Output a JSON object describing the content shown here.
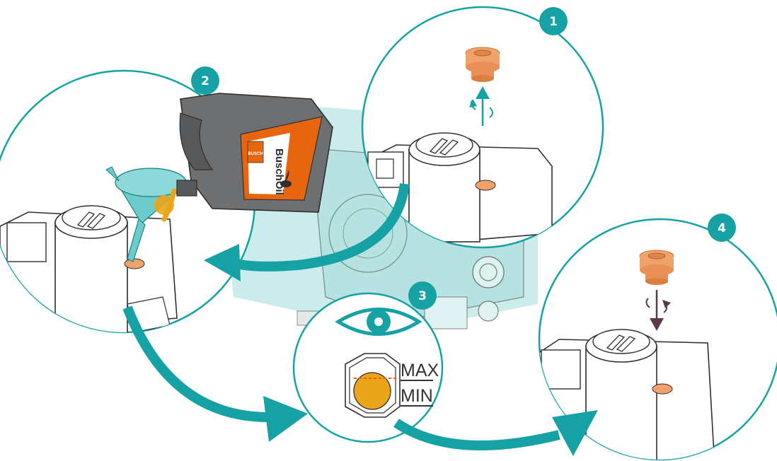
{
  "colors": {
    "teal": "#16a2a4",
    "teal_light": "#bfe6e6",
    "orange_plug": "#f0a26a",
    "oil": "#eaa51a",
    "canister": "#6d6f71",
    "label_orange": "#e8650f",
    "outline": "#2f2f2f",
    "dark_arrow": "#5a3a4a"
  },
  "steps": [
    {
      "number": "1",
      "icon": "plug-unscrew-icon"
    },
    {
      "number": "2",
      "icon": "oil-canister-icon"
    },
    {
      "number": "3",
      "icon": "eye-icon"
    },
    {
      "number": "4",
      "icon": "plug-screw-in-icon"
    }
  ],
  "sight_glass": {
    "max_label": "MAX",
    "min_label": "MIN"
  },
  "canister": {
    "brand_label": "BuschOil",
    "logo_text": "BUSCH"
  }
}
